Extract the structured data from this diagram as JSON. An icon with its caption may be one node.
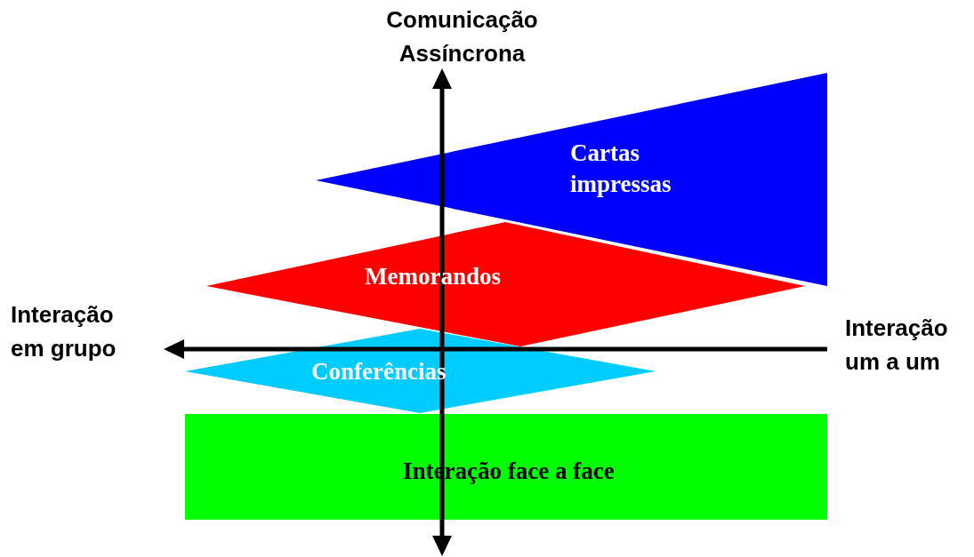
{
  "diagram": {
    "nodes": [
      {
        "text": [
          "Cartas impressas"
        ]
      },
      {
        "text": [
          "Memorandos"
        ]
      },
      {
        "text": [
          "Conferências"
        ]
      },
      {
        "text": [
          "Interação face a face"
        ]
      }
    ],
    "labels": [
      "Comunicação Assíncrona",
      "Interação em grupo",
      "Interação um a um"
    ]
  }
}
